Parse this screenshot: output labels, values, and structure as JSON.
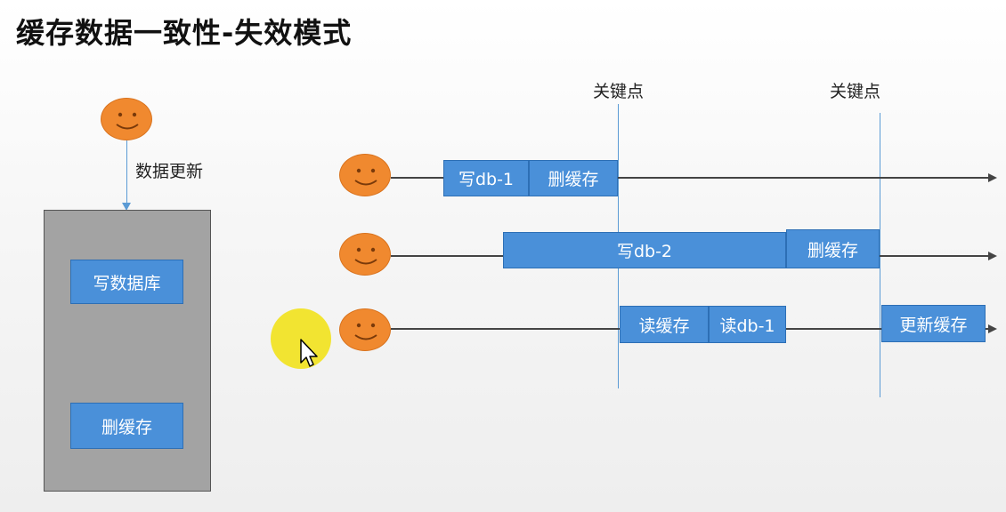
{
  "title": "缓存数据一致性-失效模式",
  "left_panel": {
    "arrow_label": "数据更新",
    "step1": "写数据库",
    "step2": "删缓存"
  },
  "timeline": {
    "key_point_1": "关键点",
    "key_point_2": "关键点",
    "row1": {
      "seg1": "写db-1",
      "seg2": "删缓存"
    },
    "row2": {
      "seg1": "写db-2",
      "seg2": "删缓存"
    },
    "row3": {
      "seg1": "读缓存",
      "seg2": "读db-1",
      "seg3": "更新缓存"
    }
  },
  "colors": {
    "box_blue": "#4a90d9",
    "smiley_orange": "#f0892f",
    "panel_gray": "#a3a3a3",
    "key_line": "#5b9bd5"
  },
  "icons": {
    "user": "smiley-face-icon",
    "pointer": "mouse-cursor-icon"
  }
}
